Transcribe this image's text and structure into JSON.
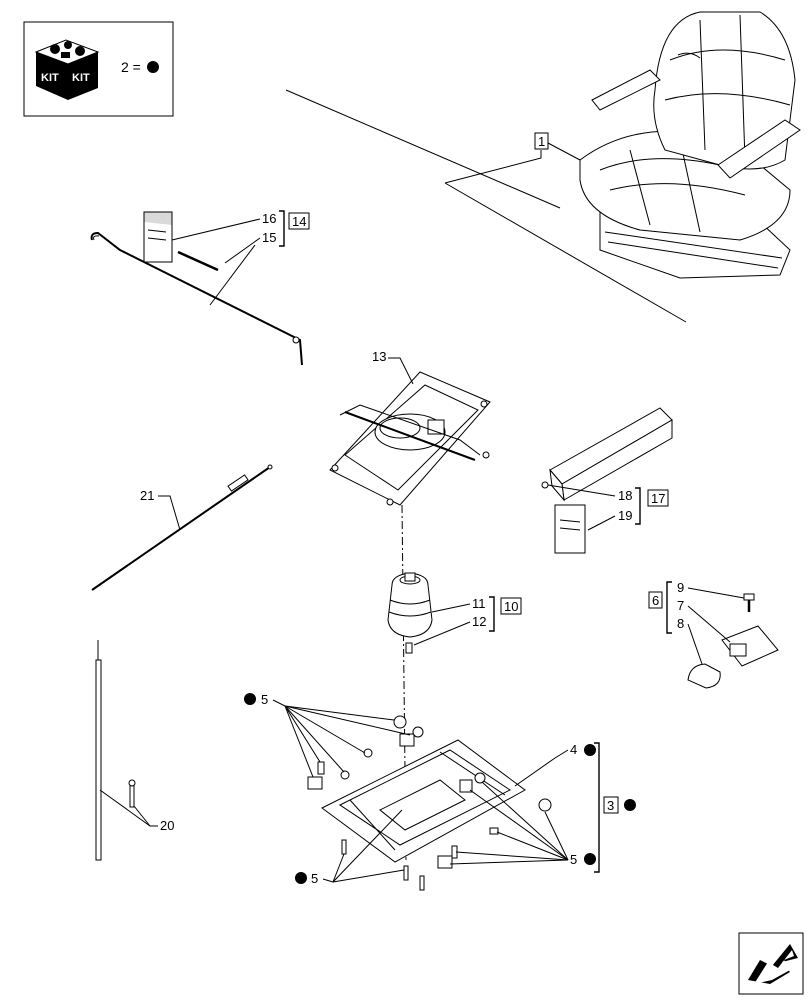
{
  "kit_legend": {
    "kit_left": "KIT",
    "kit_right": "KIT",
    "equation": "2 ="
  },
  "callouts": {
    "c1": "1",
    "c3": "3",
    "c4": "4",
    "c5_top": "5",
    "c5_bottom_left": "5",
    "c5_bottom_right": "5",
    "c6": "6",
    "c7": "7",
    "c8": "8",
    "c9": "9",
    "c10": "10",
    "c11": "11",
    "c12": "12",
    "c13": "13",
    "c14": "14",
    "c15": "15",
    "c16": "16",
    "c17": "17",
    "c18": "18",
    "c19": "19",
    "c20": "20",
    "c21": "21"
  },
  "nav_icon": "next-page-arrow-icon"
}
